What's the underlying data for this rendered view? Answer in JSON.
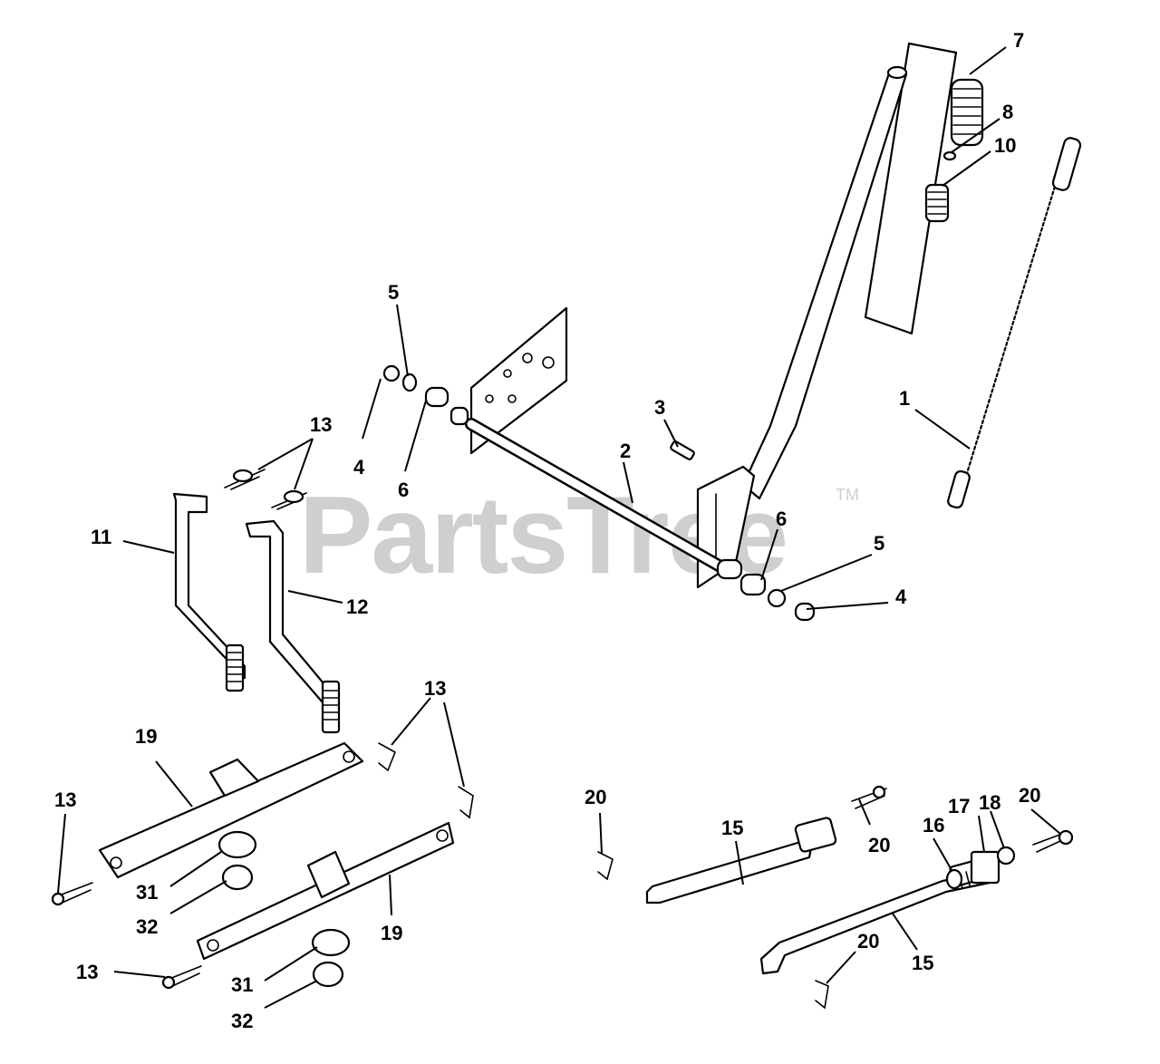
{
  "watermark": {
    "text": "PartsTree",
    "trademark": "TM",
    "color": "#cfcfcf"
  },
  "callouts": [
    "7",
    "8",
    "10",
    "5",
    "1",
    "3",
    "2",
    "4",
    "6",
    "13",
    "11",
    "12",
    "6",
    "5",
    "4",
    "13",
    "19",
    "13",
    "31",
    "32",
    "19",
    "13",
    "31",
    "32",
    "20",
    "15",
    "20",
    "16",
    "17",
    "18",
    "20",
    "20",
    "15"
  ],
  "colors": {
    "line": "#000000",
    "background": "#ffffff"
  }
}
